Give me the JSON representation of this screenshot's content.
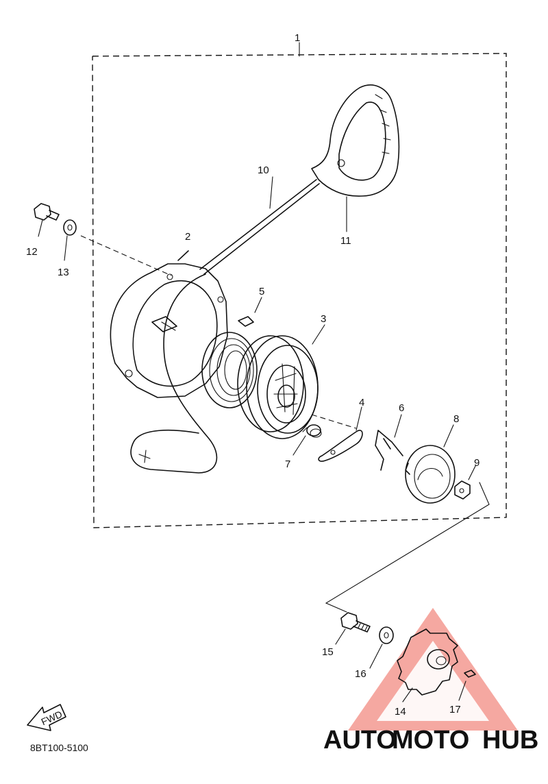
{
  "diagram_code": "8BT100-5100",
  "fwd_label": "FWD",
  "watermark": {
    "text_a": "AUTO",
    "text_b": "MOTO",
    "text_c": "HUB",
    "color_a": "#f4b183",
    "color_b": "#e8837a",
    "color_c": "#9aa0a6",
    "triangle_color": "#f28b82"
  },
  "callouts": [
    "1",
    "2",
    "3",
    "4",
    "5",
    "6",
    "7",
    "8",
    "9",
    "10",
    "11",
    "12",
    "13",
    "14",
    "15",
    "16",
    "17"
  ]
}
